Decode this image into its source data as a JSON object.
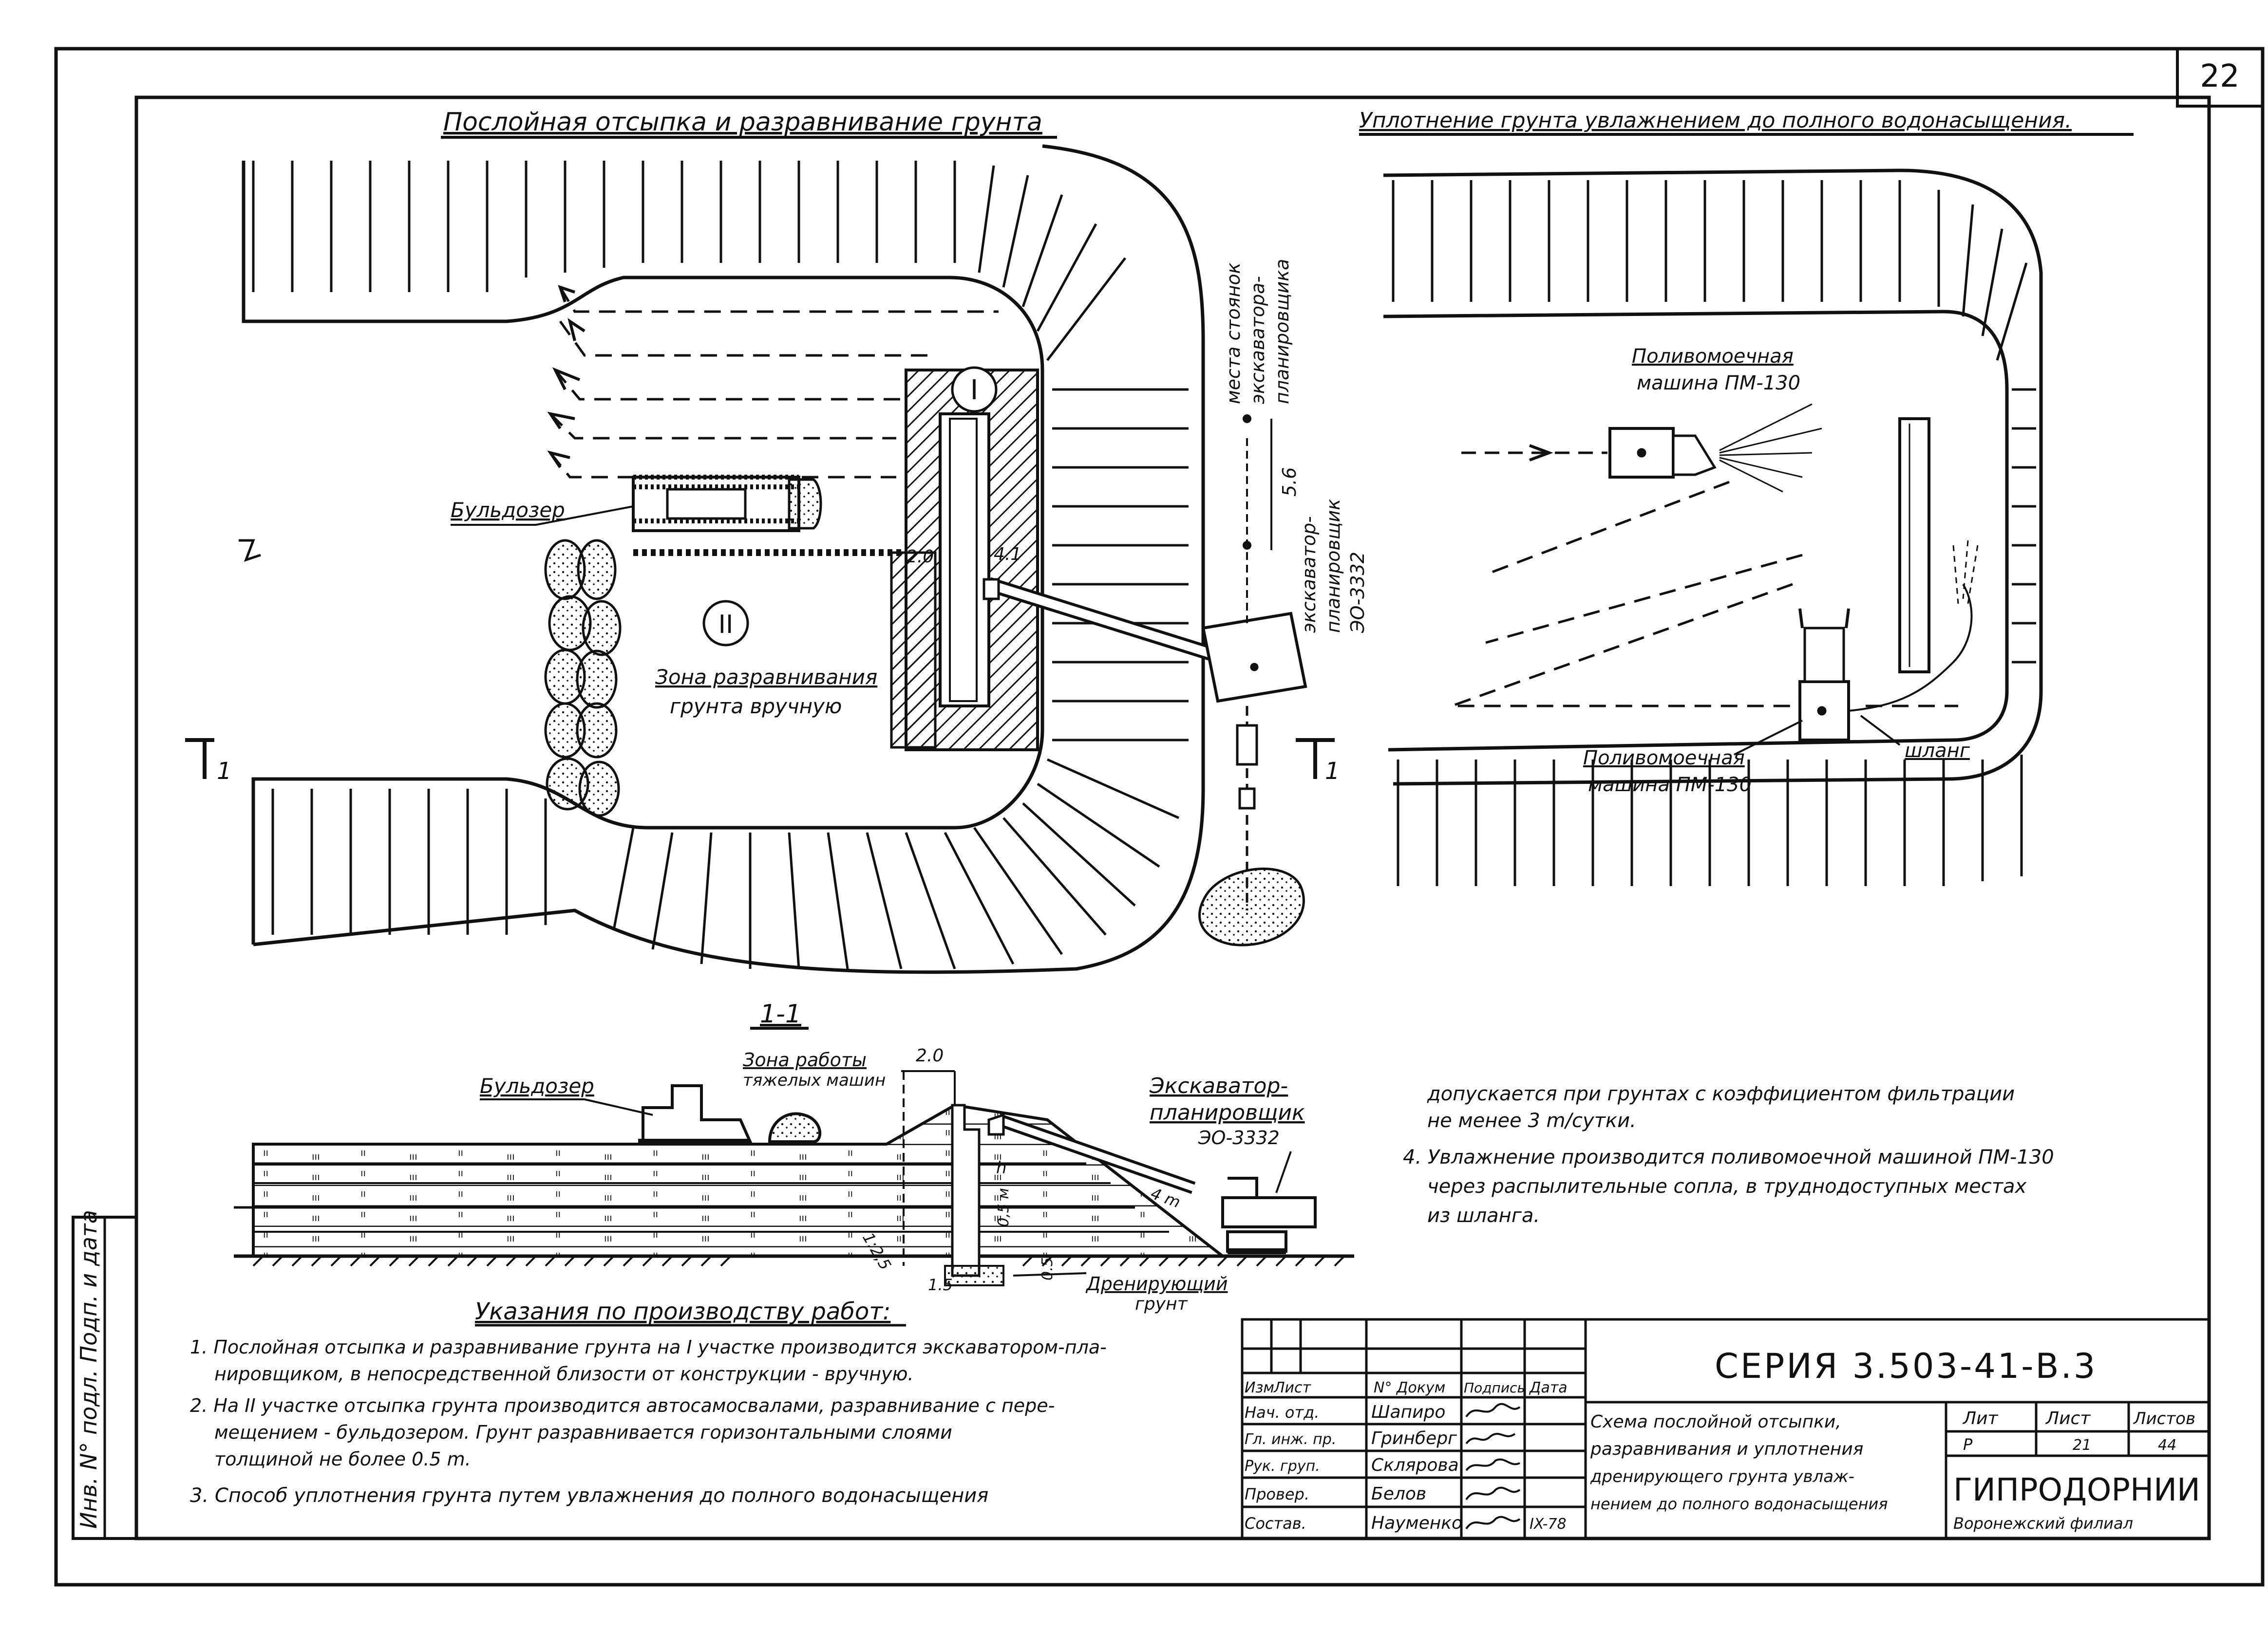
{
  "sheet": {
    "page_number": "22"
  },
  "plan_left": {
    "title": "Послойная отсыпка и разравнивание грунта",
    "zone_I": "I",
    "zone_II": "II",
    "bulldozer": "Бульдозер",
    "manual_zone_1": "Зона разравнивания",
    "manual_zone_2": "грунта вручную",
    "dim_2_0": "2.0",
    "dim_4_1": "4.1",
    "dim_5_6": "5.6",
    "parking_1": "места стоянок",
    "parking_2": "экскаватора-",
    "parking_3": "планировщика",
    "excavator_1": "экскаватор-",
    "excavator_2": "планировщик",
    "excavator_3": "ЭО-3332",
    "section_left": "1",
    "section_right": "1"
  },
  "plan_right": {
    "title": "Уплотнение грунта увлажнением до полного водонасыщения.",
    "watering_top_1": "Поливомоечная",
    "watering_top_2": "машина ПМ-130",
    "watering_bottom_1": "Поливомоечная",
    "watering_bottom_2": "машина ПМ-130",
    "hose": "шланг"
  },
  "section": {
    "title": "1-1",
    "bulldozer": "Бульдозер",
    "heavy_zone_1": "Зона работы",
    "heavy_zone_2": "тяжелых машин",
    "dim_2_0": "2.0",
    "excavator_1": "Экскаватор-",
    "excavator_2": "планировщик",
    "excavator_3": "ЭО-3332",
    "slope": "1:2,5",
    "dim_05m": "0,5 м",
    "dim_h": "h",
    "dim_4m": "4 m",
    "dim_15": "1.5",
    "dim_05": "0.5",
    "drain_1": "Дренирующий",
    "drain_2": "грунт"
  },
  "notes": {
    "heading": "Указания по производству работ:",
    "n1a": "1. Послойная отсыпка и разравнивание грунта на I участке производится экскаватором-пла-",
    "n1b": "нировщиком, в непосредственной близости от конструкции - вручную.",
    "n2a": "2. На II участке отсыпка грунта производится автосамосвалами, разравнивание с пере-",
    "n2b": "мещением - бульдозером. Грунт разравнивается горизонтальными слоями",
    "n2c": "толщиной не более 0.5 m.",
    "n3": "3. Способ уплотнения грунта путем увлажнения до полного водонасыщения",
    "c1": "допускается при грунтах с коэффициентом фильтрации",
    "c2": "не менее 3 m/сутки.",
    "n4a": "4. Увлажнение производится поливомоечной машиной ПМ-130",
    "n4b": "через распылительные сопла, в труднодоступных местах",
    "n4c": "из шланга."
  },
  "title_block": {
    "series": "СЕРИЯ  3.503-41-В.3",
    "headers": [
      "Изм",
      "Лист",
      "N° Докум",
      "Подпись",
      "Дата"
    ],
    "rows": [
      {
        "role": "Нач. отд.",
        "name": "Шапиро",
        "sign": "",
        "date": ""
      },
      {
        "role": "Гл. инж. пр.",
        "name": "Гринберг",
        "sign": "",
        "date": ""
      },
      {
        "role": "Рук. груп.",
        "name": "Склярова",
        "sign": "",
        "date": ""
      },
      {
        "role": "Провер.",
        "name": "Белов",
        "sign": "",
        "date": ""
      },
      {
        "role": "Состав.",
        "name": "Науменко",
        "sign": "",
        "date": "IX-78"
      }
    ],
    "desc_1": "Схема послойной отсыпки,",
    "desc_2": "разравнивания и уплотнения",
    "desc_3": "дренирующего грунта увлаж-",
    "desc_4": "нением до полного водонасыщения",
    "col_lit": "Лит",
    "col_sheet": "Лист",
    "col_sheets": "Листов",
    "val_lit": "Р",
    "val_sheet": "21",
    "val_sheets": "44",
    "org": "ГИПРОДОРНИИ",
    "org_sub": "Воронежский филиал"
  },
  "side_stamp": "Инв. N° подл.  Подп. и дата"
}
